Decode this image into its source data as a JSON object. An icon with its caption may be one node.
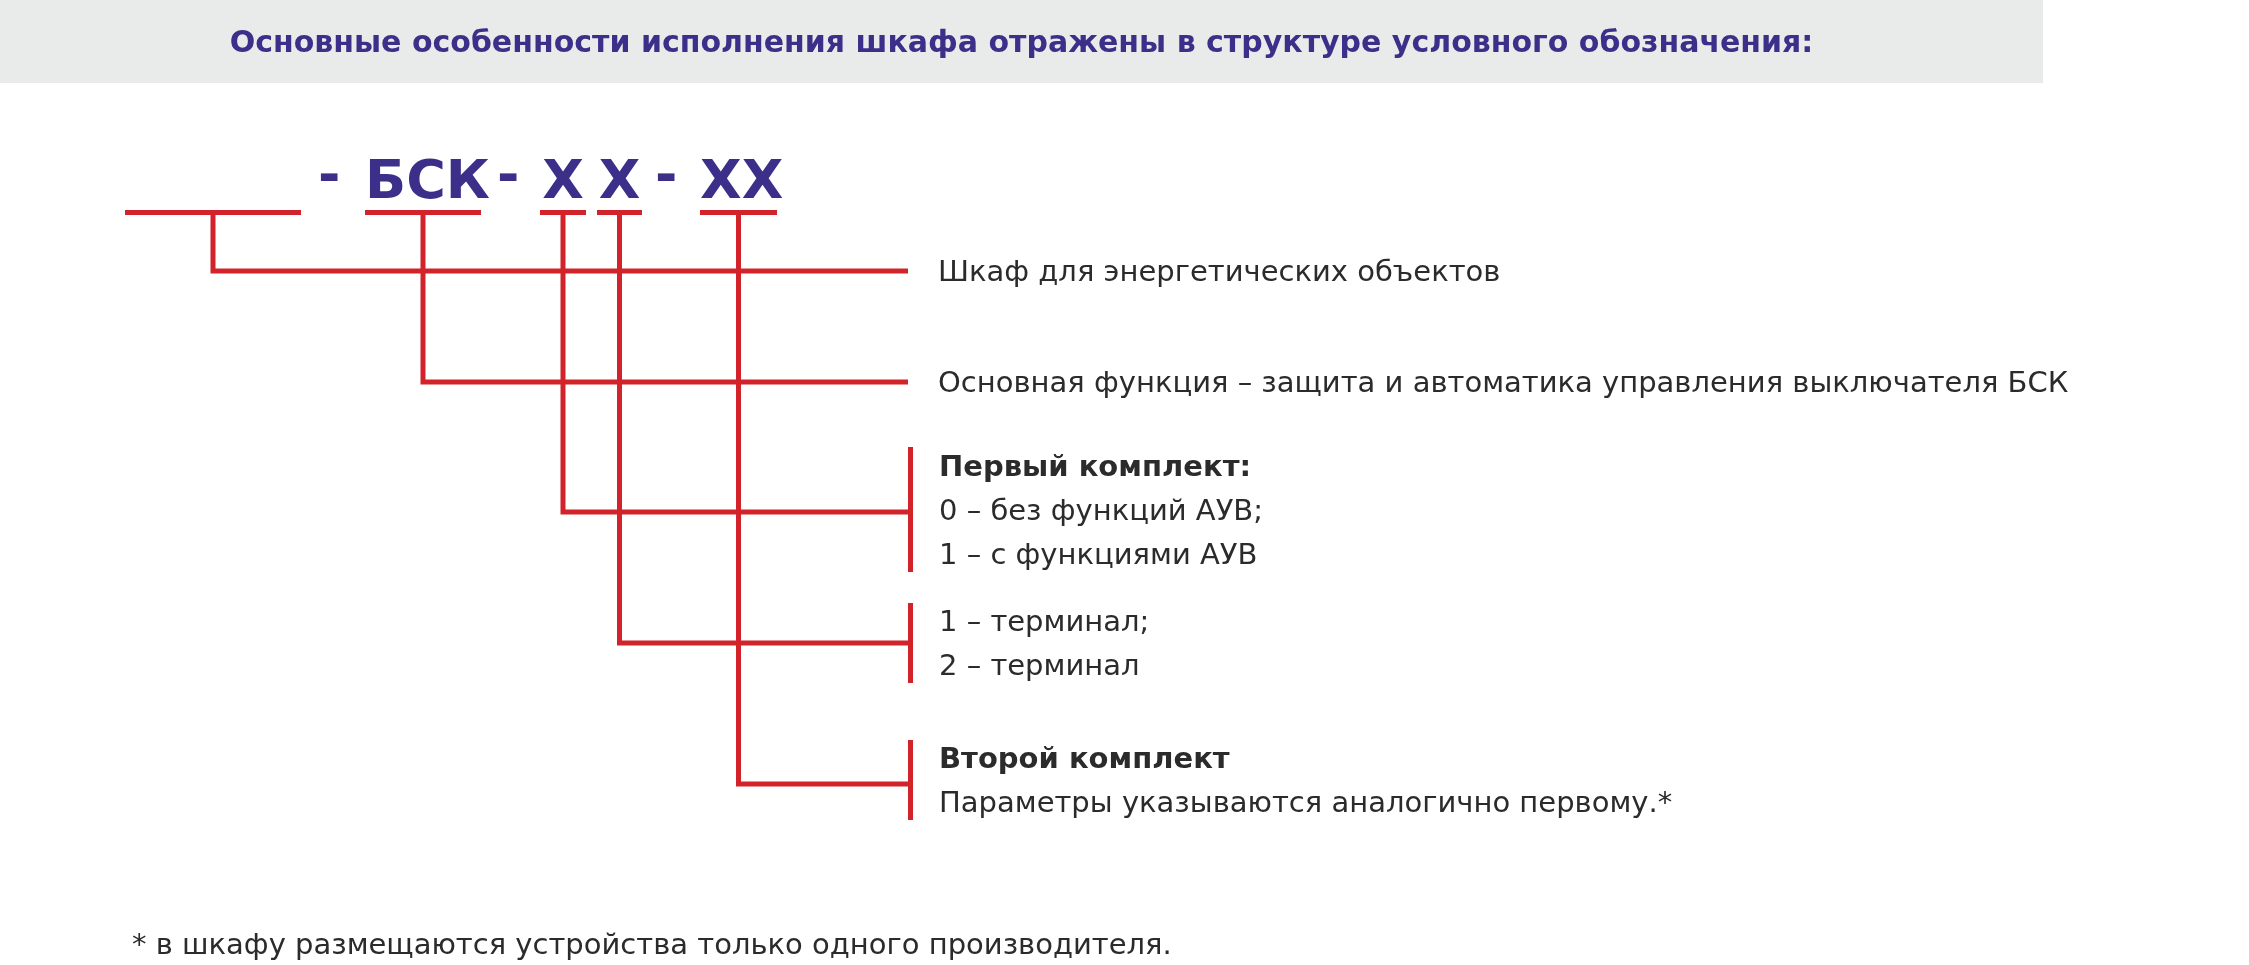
{
  "diagram": {
    "title": "Основные особенности исполнения шкафа отражены в структуре условного обозначения:",
    "nodes": [
      {
        "text": [],
        "shape": "bar"
      },
      {
        "text": [
          "БСК"
        ]
      },
      {
        "text": [
          "X"
        ]
      },
      {
        "text": [
          "X"
        ]
      },
      {
        "text": [
          "XX"
        ]
      },
      {
        "text": [
          "Шкаф для энергетических объектов"
        ]
      },
      {
        "text": [
          "Основная функция – защита и автоматика управления выключателя БСК"
        ]
      },
      {
        "text": [
          "Первый комплект:",
          "0 – без функций АУВ;",
          "1 – с функциями АУВ"
        ]
      },
      {
        "text": [
          "1 – терминал;",
          "2 – терминал"
        ]
      },
      {
        "text": [
          "Второй комплект",
          "Параметры указываются аналогично первому.*"
        ]
      }
    ],
    "edges": [
      {
        "from": 0,
        "to": 5,
        "arrow": "none"
      },
      {
        "from": 1,
        "to": 6,
        "arrow": "none"
      },
      {
        "from": 2,
        "to": 7,
        "arrow": "none"
      },
      {
        "from": 3,
        "to": 8,
        "arrow": "none"
      },
      {
        "from": 4,
        "to": 9,
        "arrow": "none"
      }
    ],
    "labels": [
      "-",
      "-",
      "-",
      "* в шкафу размещаются устройства только одного производителя."
    ]
  }
}
